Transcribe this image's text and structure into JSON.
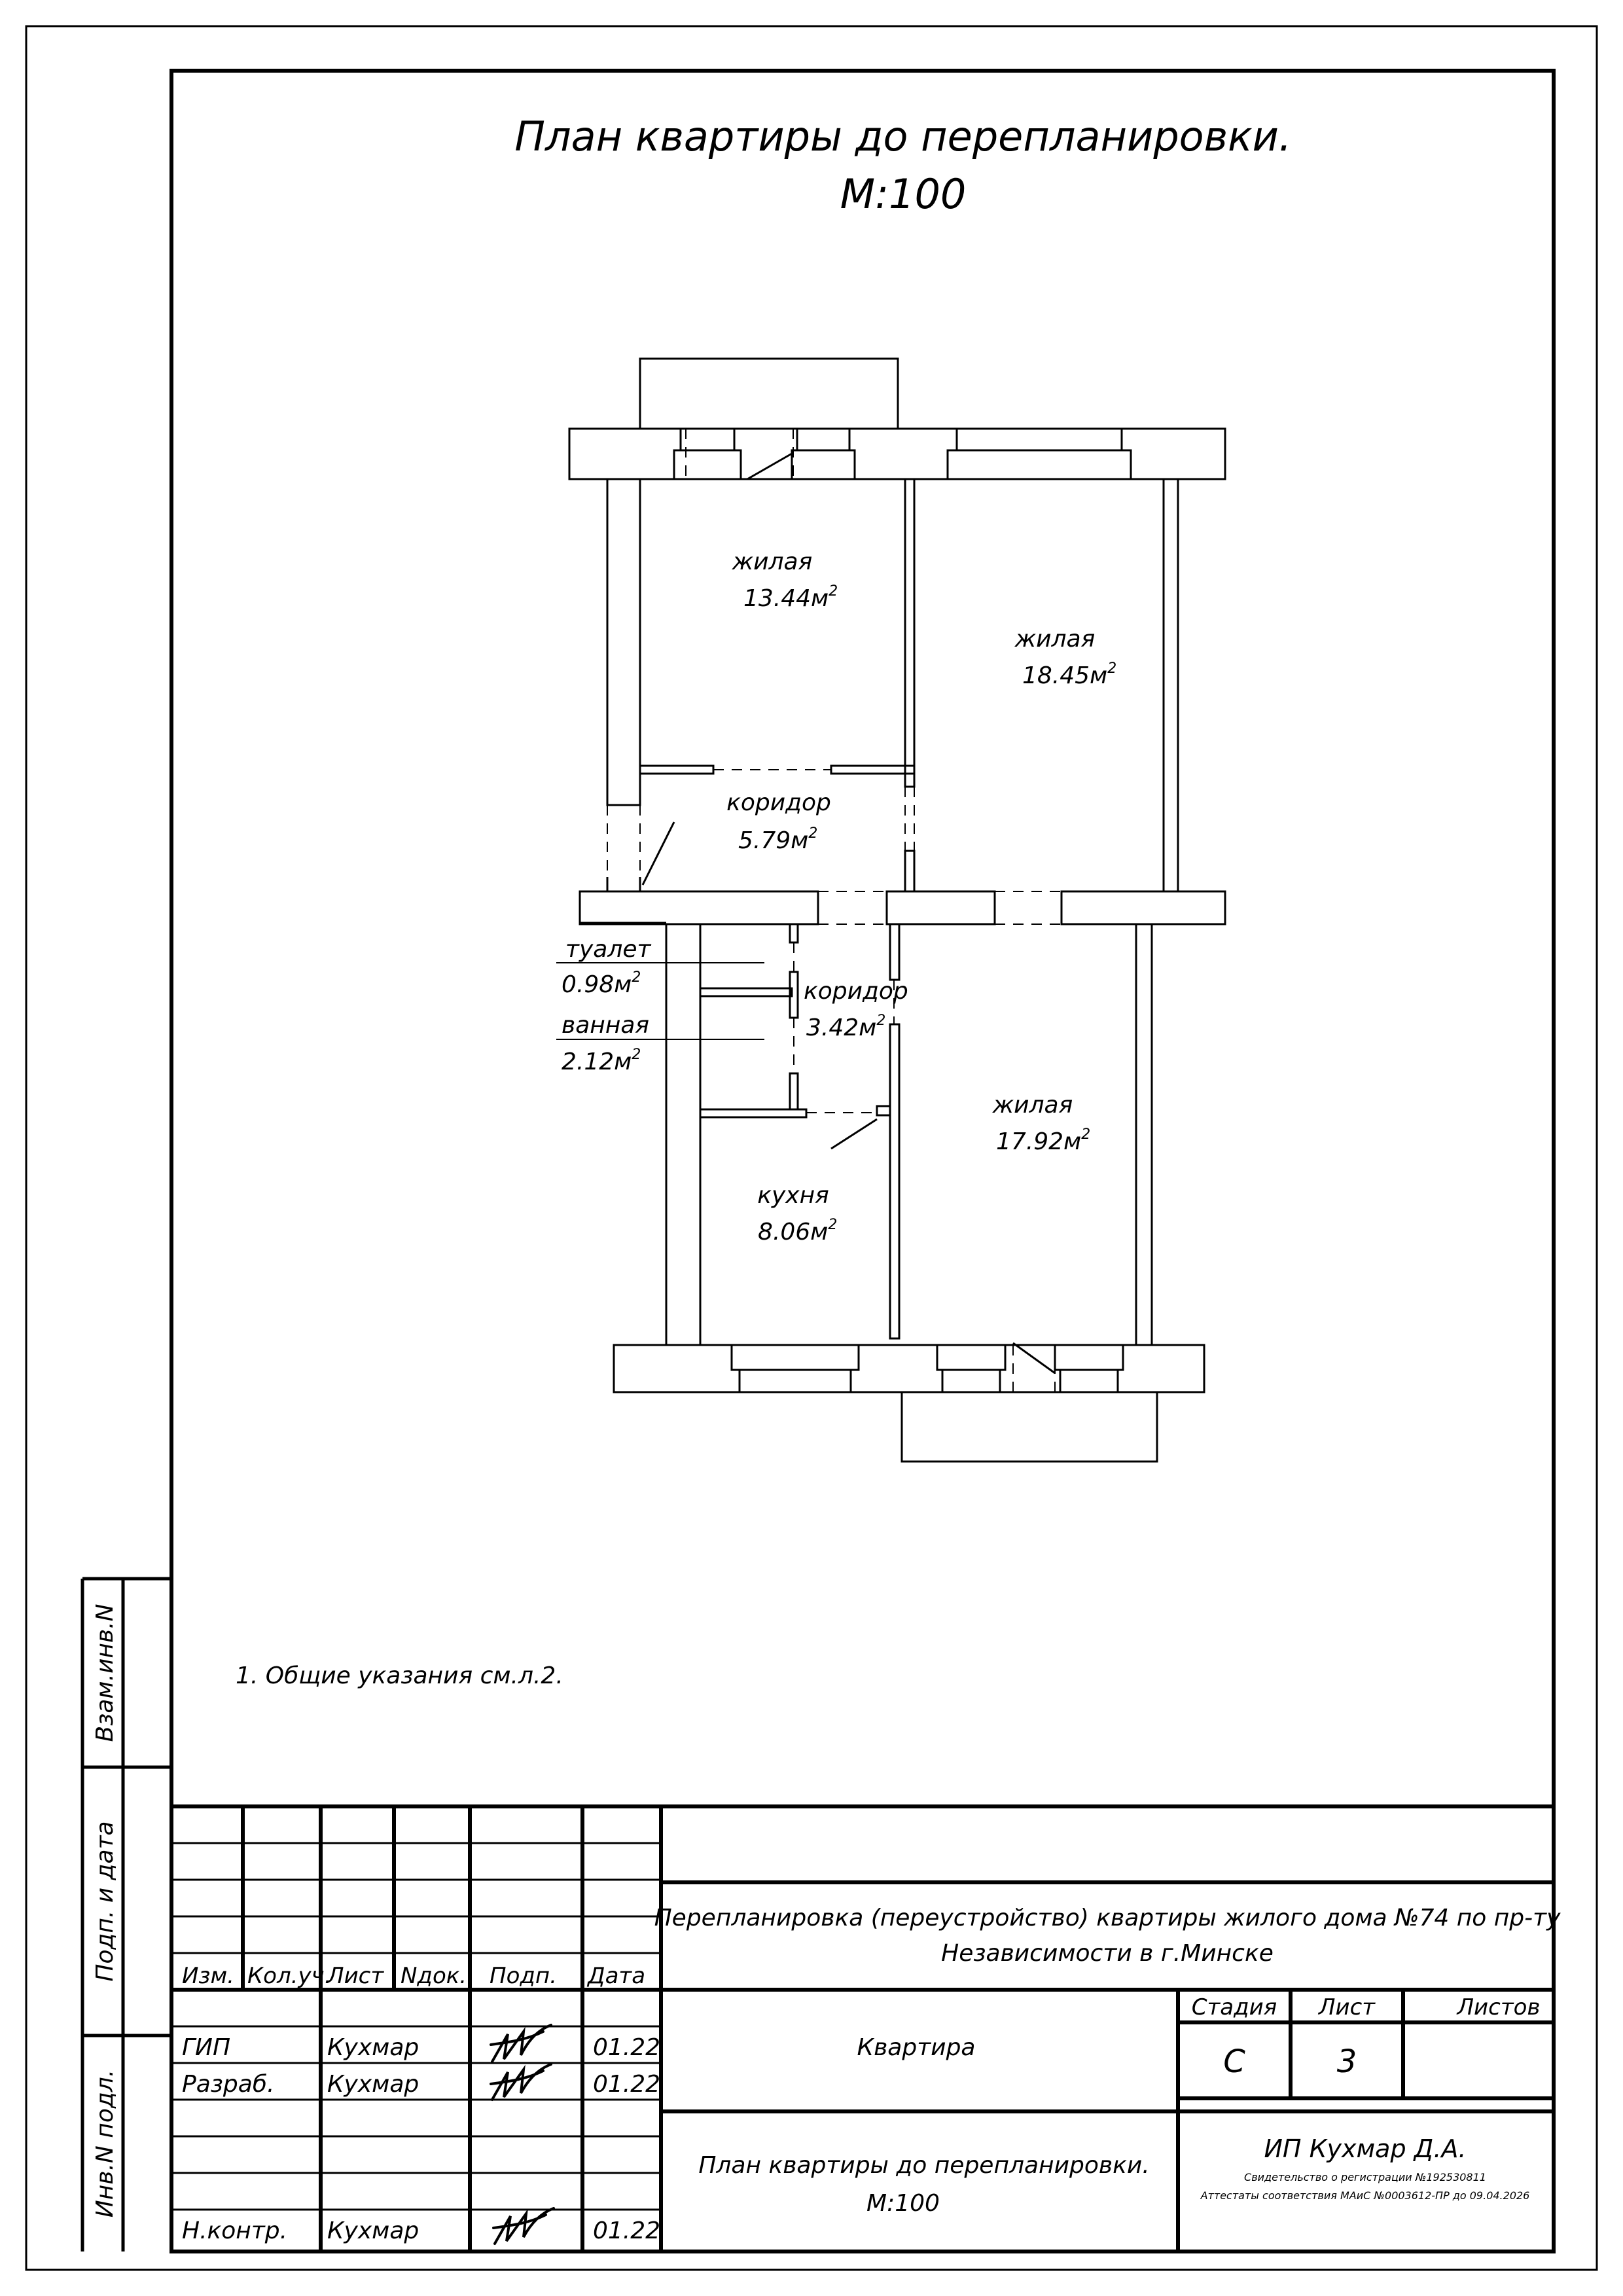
{
  "drawing": {
    "title_line1": "План квартиры до перепланировки.",
    "title_line2": "М:100",
    "note": "1. Общие указания см.л.2."
  },
  "rooms": {
    "living1": {
      "name": "жилая",
      "area": "13.44м",
      "sup": "2"
    },
    "living2": {
      "name": "жилая",
      "area": "18.45м",
      "sup": "2"
    },
    "corridor1": {
      "name": "коридор",
      "area": "5.79м",
      "sup": "2"
    },
    "toilet": {
      "name": "туалет",
      "area": "0.98м",
      "sup": "2"
    },
    "corridor2": {
      "name": "коридор",
      "area": "3.42м",
      "sup": "2"
    },
    "bath": {
      "name": "ванная",
      "area": "2.12м",
      "sup": "2"
    },
    "living3": {
      "name": "жилая",
      "area": "17.92м",
      "sup": "2"
    },
    "kitchen": {
      "name": "кухня",
      "area": "8.06м",
      "sup": "2"
    }
  },
  "side_stamps": {
    "vzam": "Взам.инв.N",
    "podp": "Подп. и дата",
    "inv": "Инв.N подл."
  },
  "title_block": {
    "headers": [
      "Изм.",
      "Кол.уч.",
      "Лист",
      "Nдок.",
      "Подп.",
      "Дата"
    ],
    "rows": [
      {
        "role": "ГИП",
        "name": "Кухмар",
        "date": "01.22"
      },
      {
        "role": "Разраб.",
        "name": "Кухмар",
        "date": "01.22"
      },
      {
        "role": "Н.контр.",
        "name": "Кухмар",
        "date": "01.22"
      }
    ],
    "project_line1": "Перепланировка (переустройство) квартиры  жилого дома №74 по пр-ту",
    "project_line2": "Независимости в г.Минске",
    "object_name": "Квартира",
    "sheet_title_line1": "План квартиры до перепланировки.",
    "sheet_title_line2": "М:100",
    "stage_label": "Стадия",
    "sheet_label": "Лист",
    "sheets_label": "Листов",
    "stage_value": "С",
    "sheet_value": "3",
    "sheets_value": "",
    "org_name": "ИП Кухмар Д.А.",
    "org_line2": "Свидетельство о регистрации №192530811",
    "org_line3": "Аттестаты соответствия МАиС №0003612-ПР до 09.04.2026"
  }
}
